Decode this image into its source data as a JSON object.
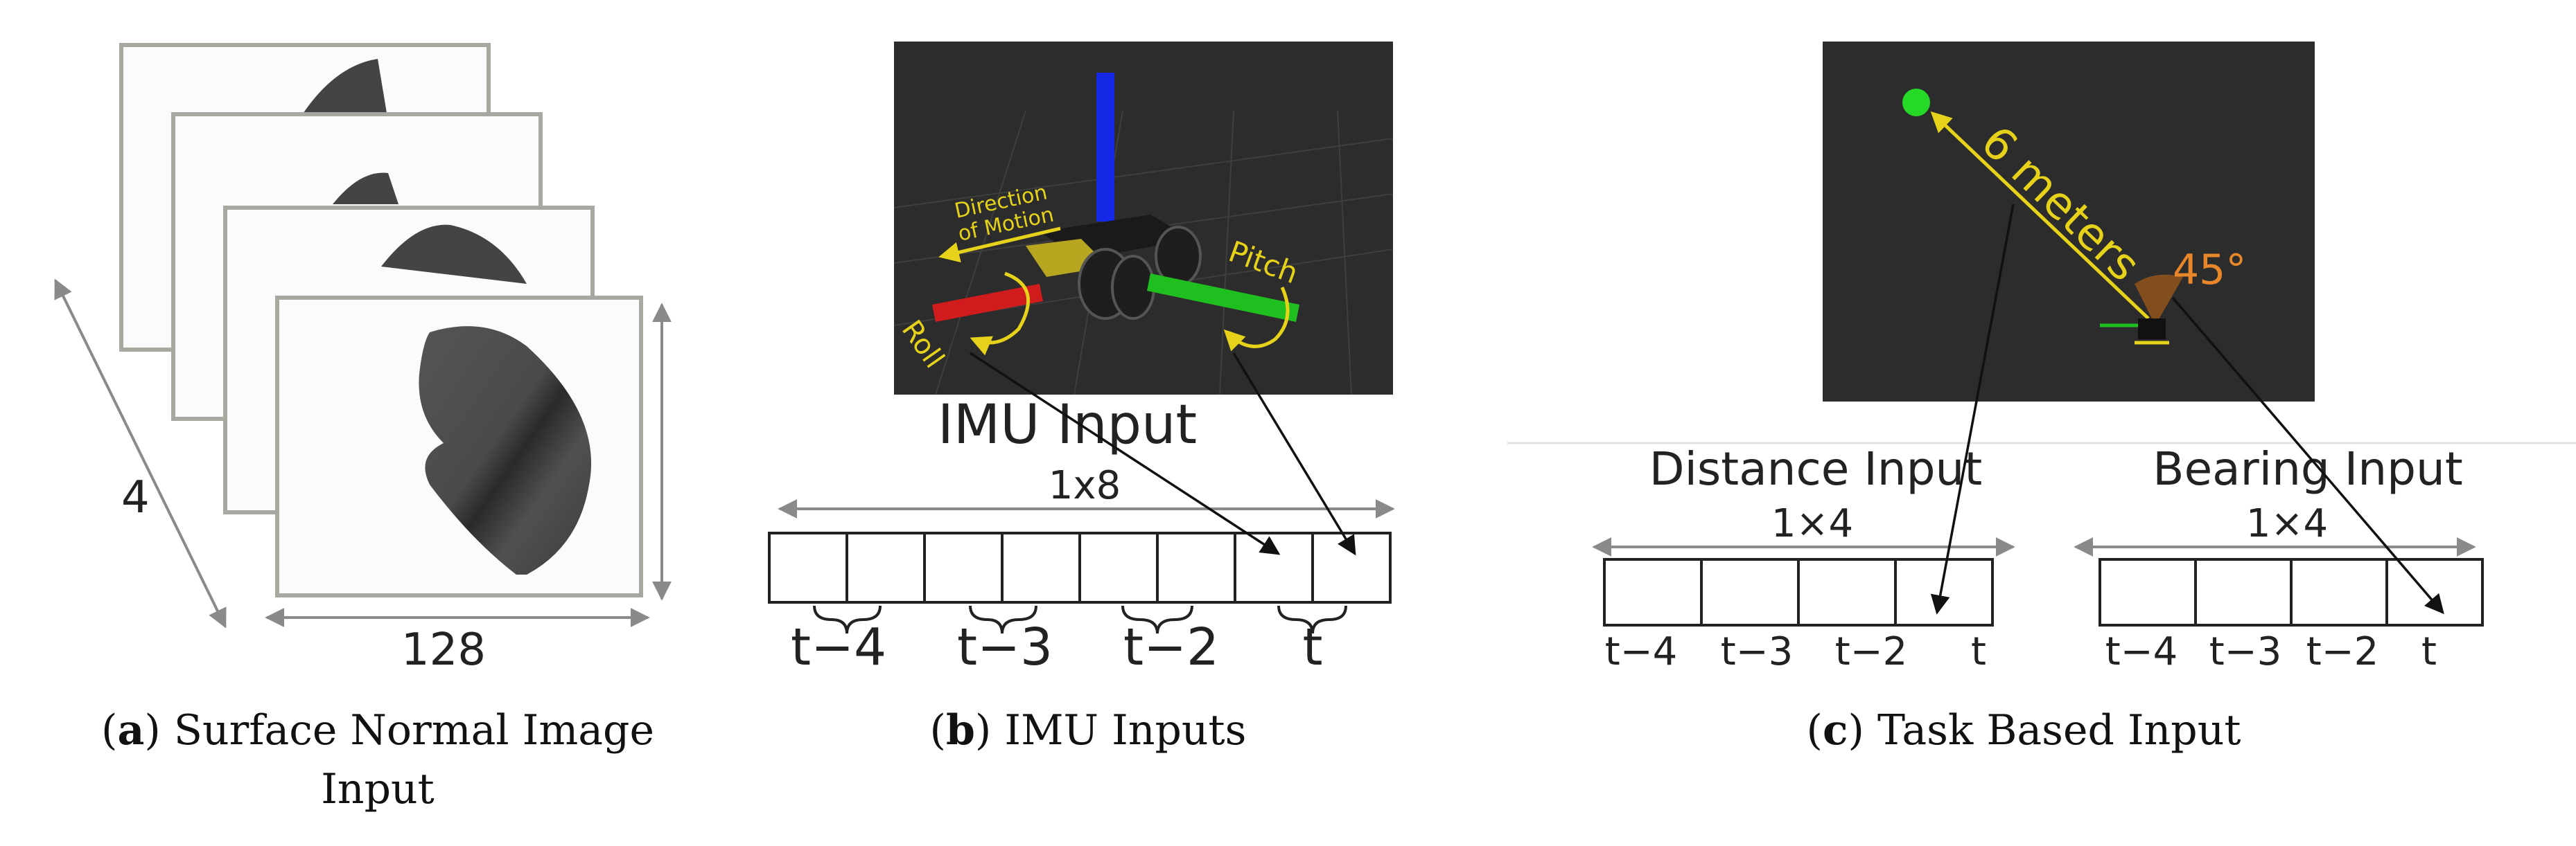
{
  "panel_a": {
    "depth_label": "4",
    "width_label": "128",
    "caption_letter": "a",
    "caption_text": "Surface Normal Image",
    "caption_line2": "Input"
  },
  "panel_b": {
    "direction_label_1": "Direction",
    "direction_label_2": "of Motion",
    "pitch_label": "Pitch",
    "roll_label": "Roll",
    "title": "IMU Input",
    "dims": "1x8",
    "ticks": [
      "t−4",
      "t−3",
      "t−2",
      "t"
    ],
    "caption_letter": "b",
    "caption_text": "IMU Inputs"
  },
  "panel_c": {
    "distance_value": "6 meters",
    "angle_value": "45°",
    "distance_title": "Distance Input",
    "bearing_title": "Bearing Input",
    "distance_dims": "1×4",
    "bearing_dims": "1×4",
    "distance_ticks": [
      "t−4",
      "t−3",
      "t−2",
      "t"
    ],
    "bearing_ticks": [
      "t−4",
      "t−3",
      "t−2",
      "t"
    ],
    "caption_letter": "c",
    "caption_text": "Task Based Input"
  },
  "colors": {
    "render_bg": "#2c2c2c",
    "yellow": "#e6d21a",
    "orange": "#e8862a",
    "green_axis": "#1fbf1f",
    "red_axis": "#d01c1c",
    "blue_axis": "#1528e6",
    "frame_gray": "#a8a8a0"
  }
}
